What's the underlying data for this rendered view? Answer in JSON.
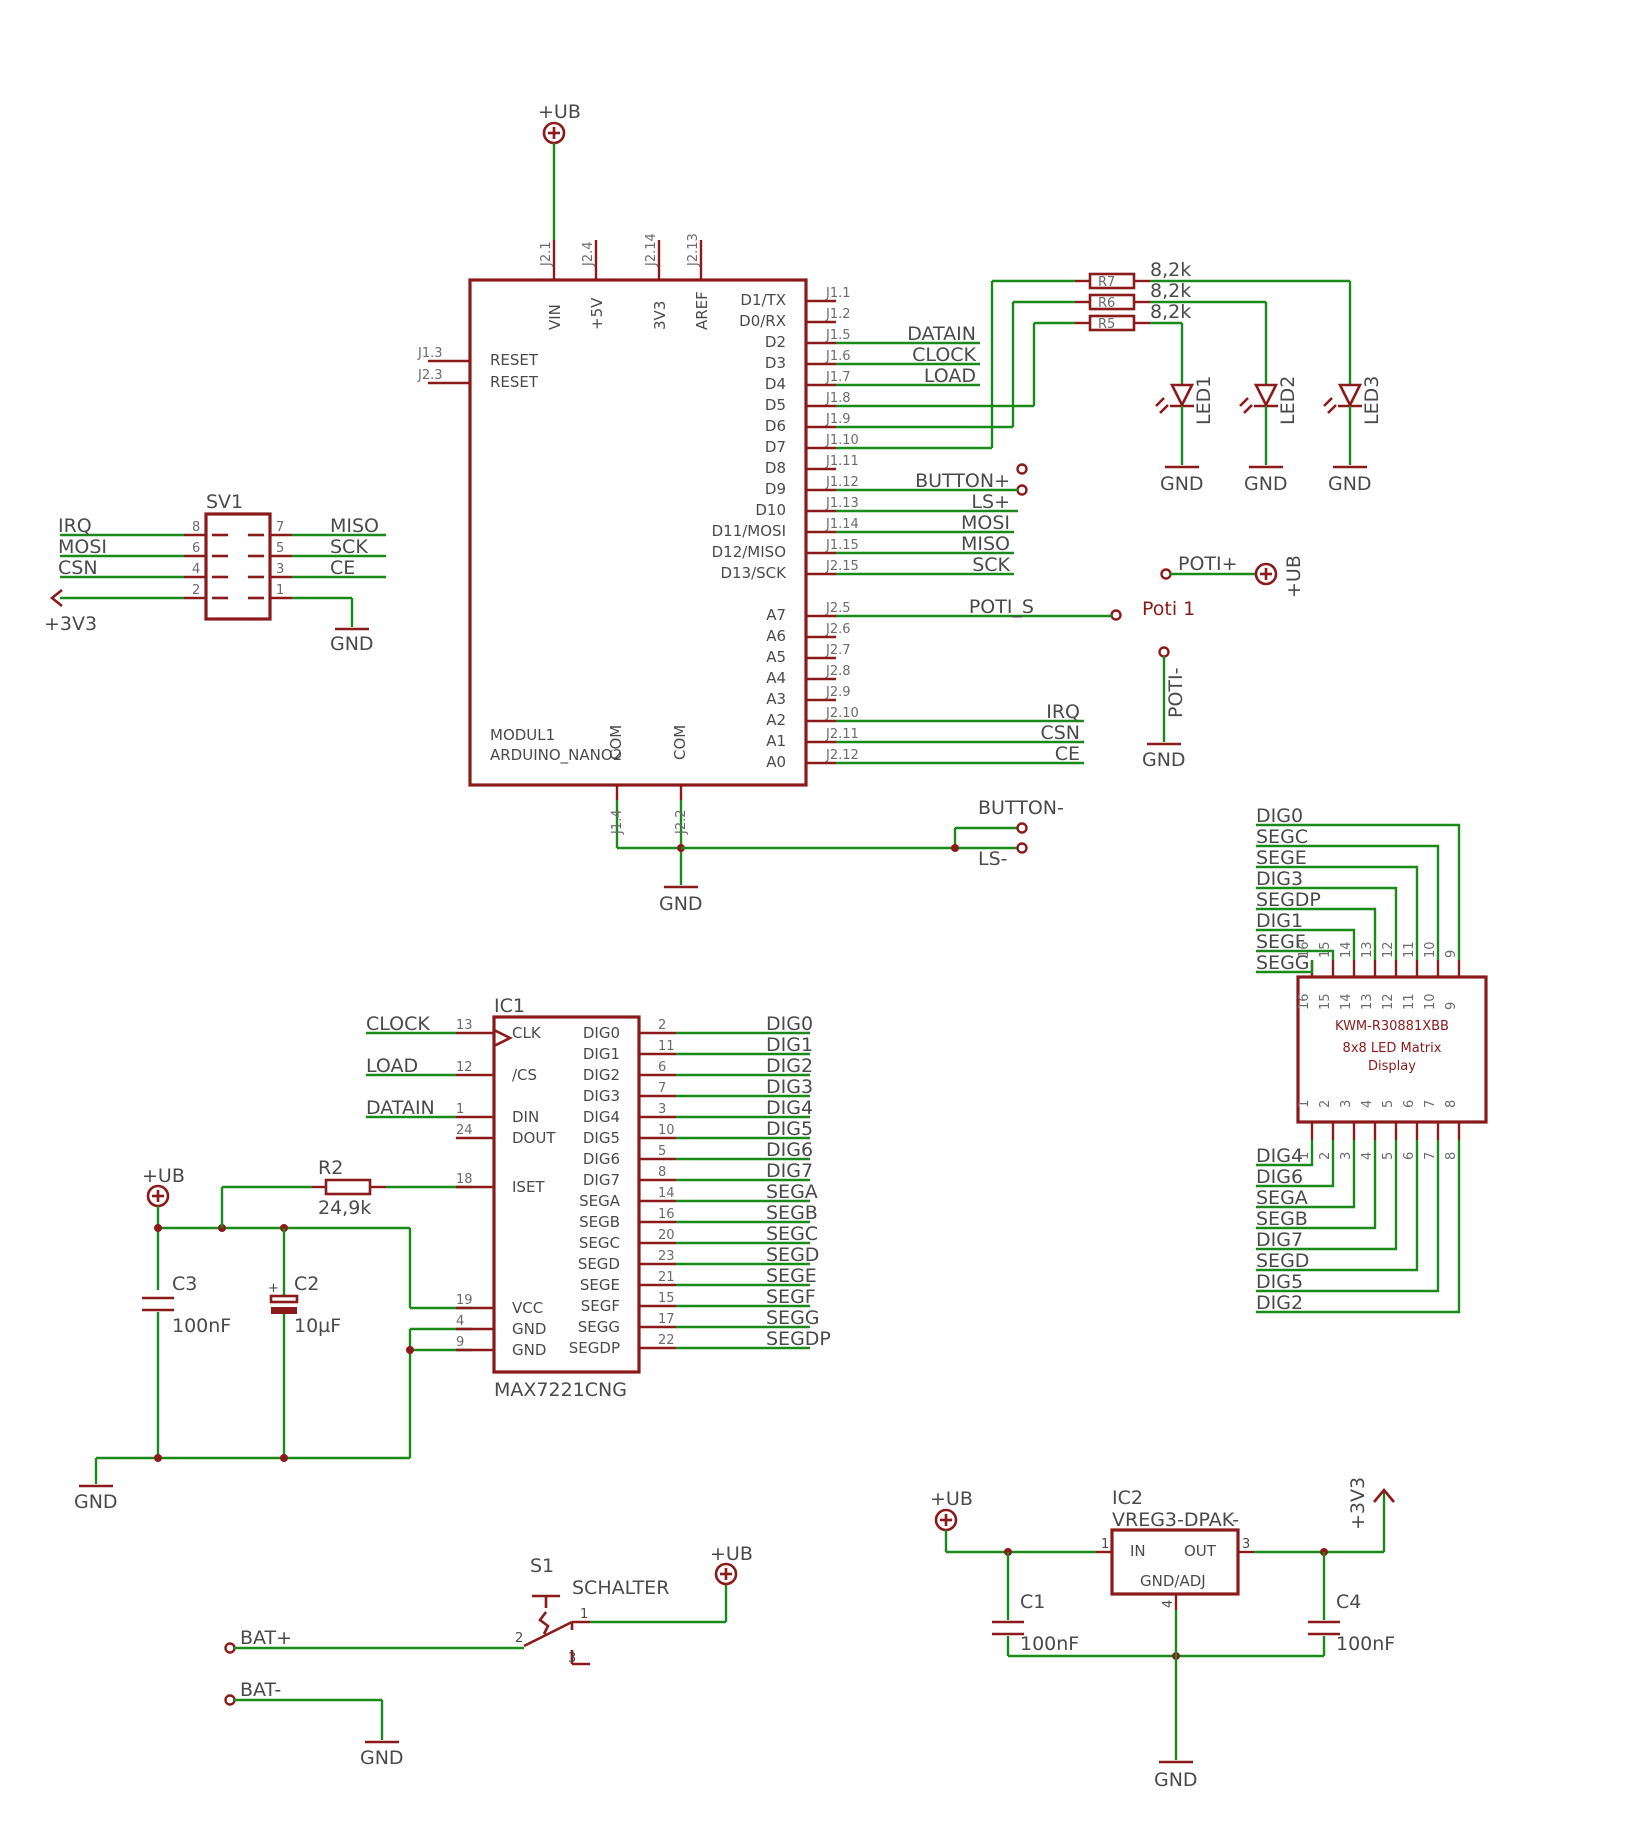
{
  "colors": {
    "wire": "#1b8a1b",
    "symbol": "#8b1a1a",
    "text": "#4a4a4a"
  },
  "supplies": {
    "ub": "+UB",
    "v33": "+3V3",
    "gnd": "GND"
  },
  "modul1": {
    "name": "MODUL1",
    "value": "ARDUINO_NANO2",
    "top_pins": [
      {
        "num": "J2.1",
        "name": "VIN"
      },
      {
        "num": "J2.4",
        "name": "+5V"
      },
      {
        "num": "J2.14",
        "name": "3V3"
      },
      {
        "num": "J2.13",
        "name": "AREF"
      }
    ],
    "left_pins": [
      {
        "num": "J1.3",
        "name": "RESET"
      },
      {
        "num": "J2.3",
        "name": "RESET"
      }
    ],
    "bottom_pins": [
      {
        "num": "J1.4",
        "name": "COM"
      },
      {
        "num": "J2.2",
        "name": "COM"
      }
    ],
    "right_pins": [
      {
        "num": "J1.1",
        "name": "D1/TX",
        "net": ""
      },
      {
        "num": "J1.2",
        "name": "D0/RX",
        "net": ""
      },
      {
        "num": "J1.5",
        "name": "D2",
        "net": "DATAIN"
      },
      {
        "num": "J1.6",
        "name": "D3",
        "net": "CLOCK"
      },
      {
        "num": "J1.7",
        "name": "D4",
        "net": "LOAD"
      },
      {
        "num": "J1.8",
        "name": "D5",
        "net": ""
      },
      {
        "num": "J1.9",
        "name": "D6",
        "net": ""
      },
      {
        "num": "J1.10",
        "name": "D7",
        "net": ""
      },
      {
        "num": "J1.11",
        "name": "D8",
        "net": ""
      },
      {
        "num": "J1.12",
        "name": "D9",
        "net": "BUTTON+"
      },
      {
        "num": "J1.13",
        "name": "D10",
        "net": "LS+"
      },
      {
        "num": "J1.14",
        "name": "D11/MOSI",
        "net": "MOSI"
      },
      {
        "num": "J1.15",
        "name": "D12/MISO",
        "net": "MISO"
      },
      {
        "num": "J2.15",
        "name": "D13/SCK",
        "net": "SCK"
      },
      {
        "num": "J2.5",
        "name": "A7",
        "net": "POTI_S"
      },
      {
        "num": "J2.6",
        "name": "A6",
        "net": ""
      },
      {
        "num": "J2.7",
        "name": "A5",
        "net": ""
      },
      {
        "num": "J2.8",
        "name": "A4",
        "net": ""
      },
      {
        "num": "J2.9",
        "name": "A3",
        "net": ""
      },
      {
        "num": "J2.10",
        "name": "A2",
        "net": "IRQ"
      },
      {
        "num": "J2.11",
        "name": "A1",
        "net": "CSN"
      },
      {
        "num": "J2.12",
        "name": "A0",
        "net": "CE"
      }
    ],
    "button_minus": "BUTTON-",
    "ls_minus": "LS-"
  },
  "leds": {
    "resistors": [
      {
        "name": "R7",
        "value": "8,2k"
      },
      {
        "name": "R6",
        "value": "8,2k"
      },
      {
        "name": "R5",
        "value": "8,2k"
      }
    ],
    "diodes": [
      "LED1",
      "LED2",
      "LED3"
    ]
  },
  "poti": {
    "name": "Poti 1",
    "plus": "POTI+",
    "minus": "POTI-"
  },
  "sv1": {
    "name": "SV1",
    "left": [
      {
        "pin": "8",
        "net": "IRQ"
      },
      {
        "pin": "6",
        "net": "MOSI"
      },
      {
        "pin": "4",
        "net": "CSN"
      },
      {
        "pin": "2",
        "net": ""
      }
    ],
    "right": [
      {
        "pin": "7",
        "net": "MISO"
      },
      {
        "pin": "5",
        "net": "SCK"
      },
      {
        "pin": "3",
        "net": "CE"
      },
      {
        "pin": "1",
        "net": ""
      }
    ]
  },
  "ic1": {
    "name": "IC1",
    "value": "MAX7221CNG",
    "left_pins": [
      {
        "num": "13",
        "name": "CLK",
        "net": "CLOCK"
      },
      {
        "num": "12",
        "name": "/CS",
        "net": "LOAD"
      },
      {
        "num": "1",
        "name": "DIN",
        "net": "DATAIN"
      },
      {
        "num": "24",
        "name": "DOUT",
        "net": ""
      },
      {
        "num": "18",
        "name": "ISET",
        "net": ""
      },
      {
        "num": "19",
        "name": "VCC",
        "net": ""
      },
      {
        "num": "4",
        "name": "GND",
        "net": ""
      },
      {
        "num": "9",
        "name": "GND",
        "net": ""
      }
    ],
    "right_pins": [
      {
        "num": "2",
        "name": "DIG0",
        "net": "DIG0"
      },
      {
        "num": "11",
        "name": "DIG1",
        "net": "DIG1"
      },
      {
        "num": "6",
        "name": "DIG2",
        "net": "DIG2"
      },
      {
        "num": "7",
        "name": "DIG3",
        "net": "DIG3"
      },
      {
        "num": "3",
        "name": "DIG4",
        "net": "DIG4"
      },
      {
        "num": "10",
        "name": "DIG5",
        "net": "DIG5"
      },
      {
        "num": "5",
        "name": "DIG6",
        "net": "DIG6"
      },
      {
        "num": "8",
        "name": "DIG7",
        "net": "DIG7"
      },
      {
        "num": "14",
        "name": "SEGA",
        "net": "SEGA"
      },
      {
        "num": "16",
        "name": "SEGB",
        "net": "SEGB"
      },
      {
        "num": "20",
        "name": "SEGC",
        "net": "SEGC"
      },
      {
        "num": "23",
        "name": "SEGD",
        "net": "SEGD"
      },
      {
        "num": "21",
        "name": "SEGE",
        "net": "SEGE"
      },
      {
        "num": "15",
        "name": "SEGF",
        "net": "SEGF"
      },
      {
        "num": "17",
        "name": "SEGG",
        "net": "SEGG"
      },
      {
        "num": "22",
        "name": "SEGDP",
        "net": "SEGDP"
      }
    ]
  },
  "r2": {
    "name": "R2",
    "value": "24,9k"
  },
  "c3": {
    "name": "C3",
    "value": "100nF"
  },
  "c2": {
    "name": "C2",
    "value": "10µF"
  },
  "matrix": {
    "part": "KWM-R30881XBB",
    "line2": "8x8 LED Matrix",
    "line3": "Display",
    "top_pins": [
      {
        "num": "16",
        "net": "SEGG"
      },
      {
        "num": "15",
        "net": "SEGF"
      },
      {
        "num": "14",
        "net": "DIG1"
      },
      {
        "num": "13",
        "net": "SEGDP"
      },
      {
        "num": "12",
        "net": "DIG3"
      },
      {
        "num": "11",
        "net": "SEGE"
      },
      {
        "num": "10",
        "net": "SEGC"
      },
      {
        "num": "9",
        "net": "DIG0"
      }
    ],
    "bottom_pins": [
      {
        "num": "1",
        "net": "DIG4"
      },
      {
        "num": "2",
        "net": "DIG6"
      },
      {
        "num": "3",
        "net": "SEGA"
      },
      {
        "num": "4",
        "net": "SEGB"
      },
      {
        "num": "5",
        "net": "DIG7"
      },
      {
        "num": "6",
        "net": "SEGD"
      },
      {
        "num": "7",
        "net": "DIG5"
      },
      {
        "num": "8",
        "net": "DIG2"
      }
    ]
  },
  "switch": {
    "name": "S1",
    "value": "SCHALTER",
    "pins": [
      "1",
      "2",
      "3"
    ],
    "bat_plus": "BAT+",
    "bat_minus": "BAT-"
  },
  "ic2": {
    "name": "IC2",
    "value": "VREG3-DPAK-",
    "in_label": "IN",
    "out_label": "OUT",
    "gnd_label": "GND/ADJ",
    "pins": [
      "1",
      "3",
      "4"
    ]
  },
  "c1": {
    "name": "C1",
    "value": "100nF"
  },
  "c4": {
    "name": "C4",
    "value": "100nF"
  }
}
